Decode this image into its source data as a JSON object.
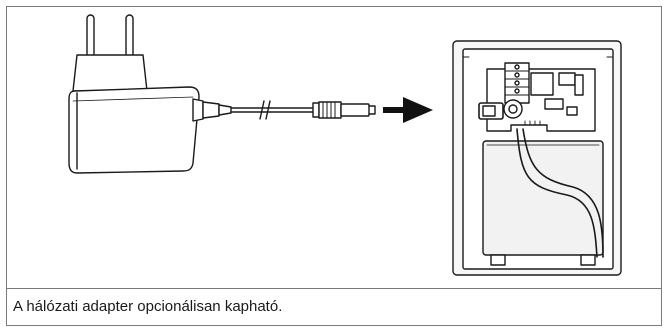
{
  "caption": {
    "text": "A hálózati adapter opcionálisan kapható."
  },
  "figure": {
    "items": [
      "power-adapter",
      "arrow",
      "device-housing"
    ]
  },
  "colors": {
    "border": "#7a7a7a",
    "line": "#1a1a1a",
    "fill": "#ffffff",
    "housing_fill": "#f2f2f2"
  }
}
